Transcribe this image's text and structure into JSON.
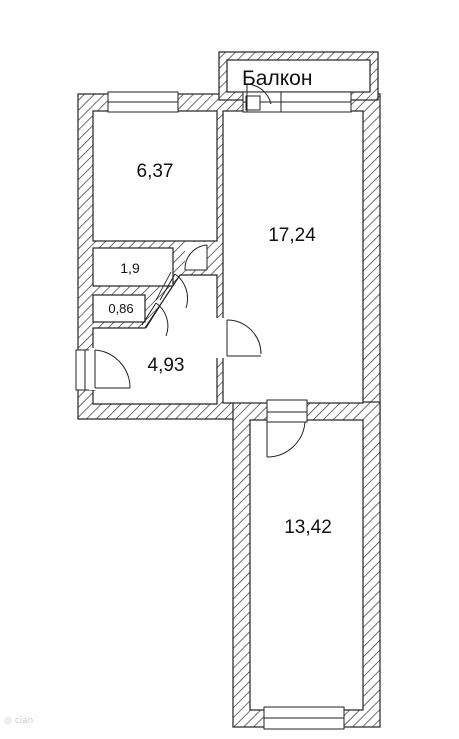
{
  "plan": {
    "balcony_label": "Балкон",
    "rooms": [
      {
        "id": "room-top-left",
        "area": "6,37"
      },
      {
        "id": "room-large",
        "area": "17,24"
      },
      {
        "id": "room-small-1",
        "area": "1,9"
      },
      {
        "id": "room-small-2",
        "area": "0,86"
      },
      {
        "id": "room-hall",
        "area": "4,93"
      },
      {
        "id": "room-bottom",
        "area": "13,42"
      }
    ]
  },
  "colors": {
    "wall_stroke": "#222222",
    "hatch": "#333333",
    "background": "#ffffff"
  }
}
